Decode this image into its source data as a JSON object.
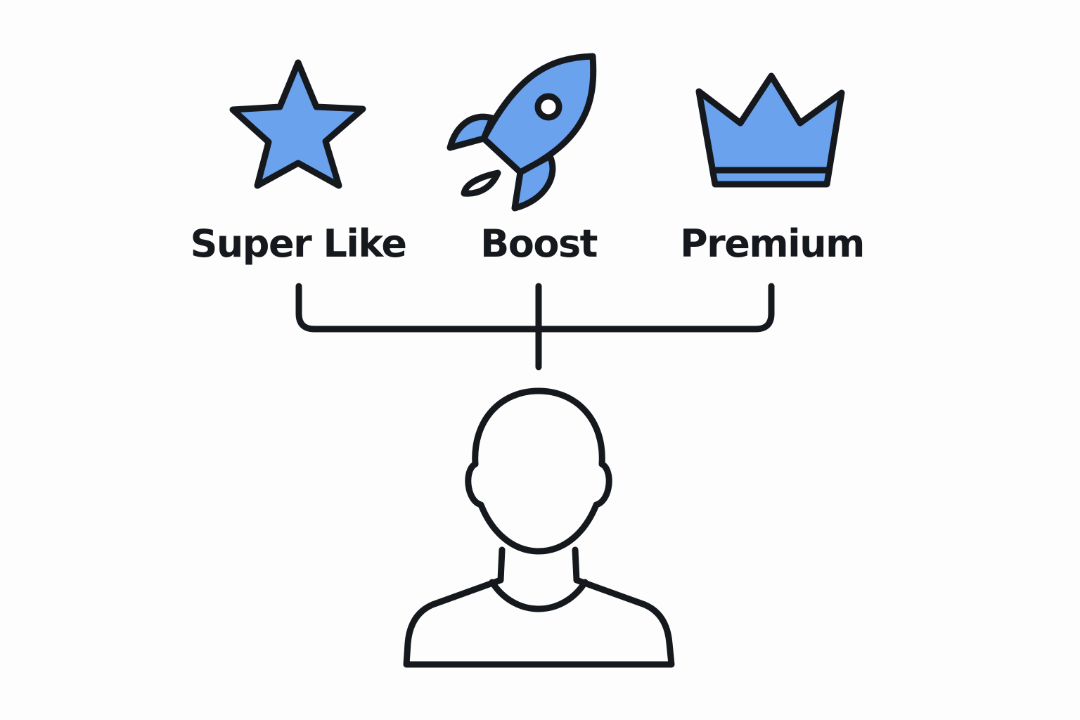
{
  "options": [
    {
      "label": "Super Like",
      "icon": "star-icon"
    },
    {
      "label": "Boost",
      "icon": "rocket-icon"
    },
    {
      "label": "Premium",
      "icon": "crown-icon"
    }
  ],
  "user": {
    "icon": "user-icon"
  },
  "colors": {
    "accent": "#6aa2ee",
    "outline": "#15191e",
    "background": "#fdfdfd"
  }
}
